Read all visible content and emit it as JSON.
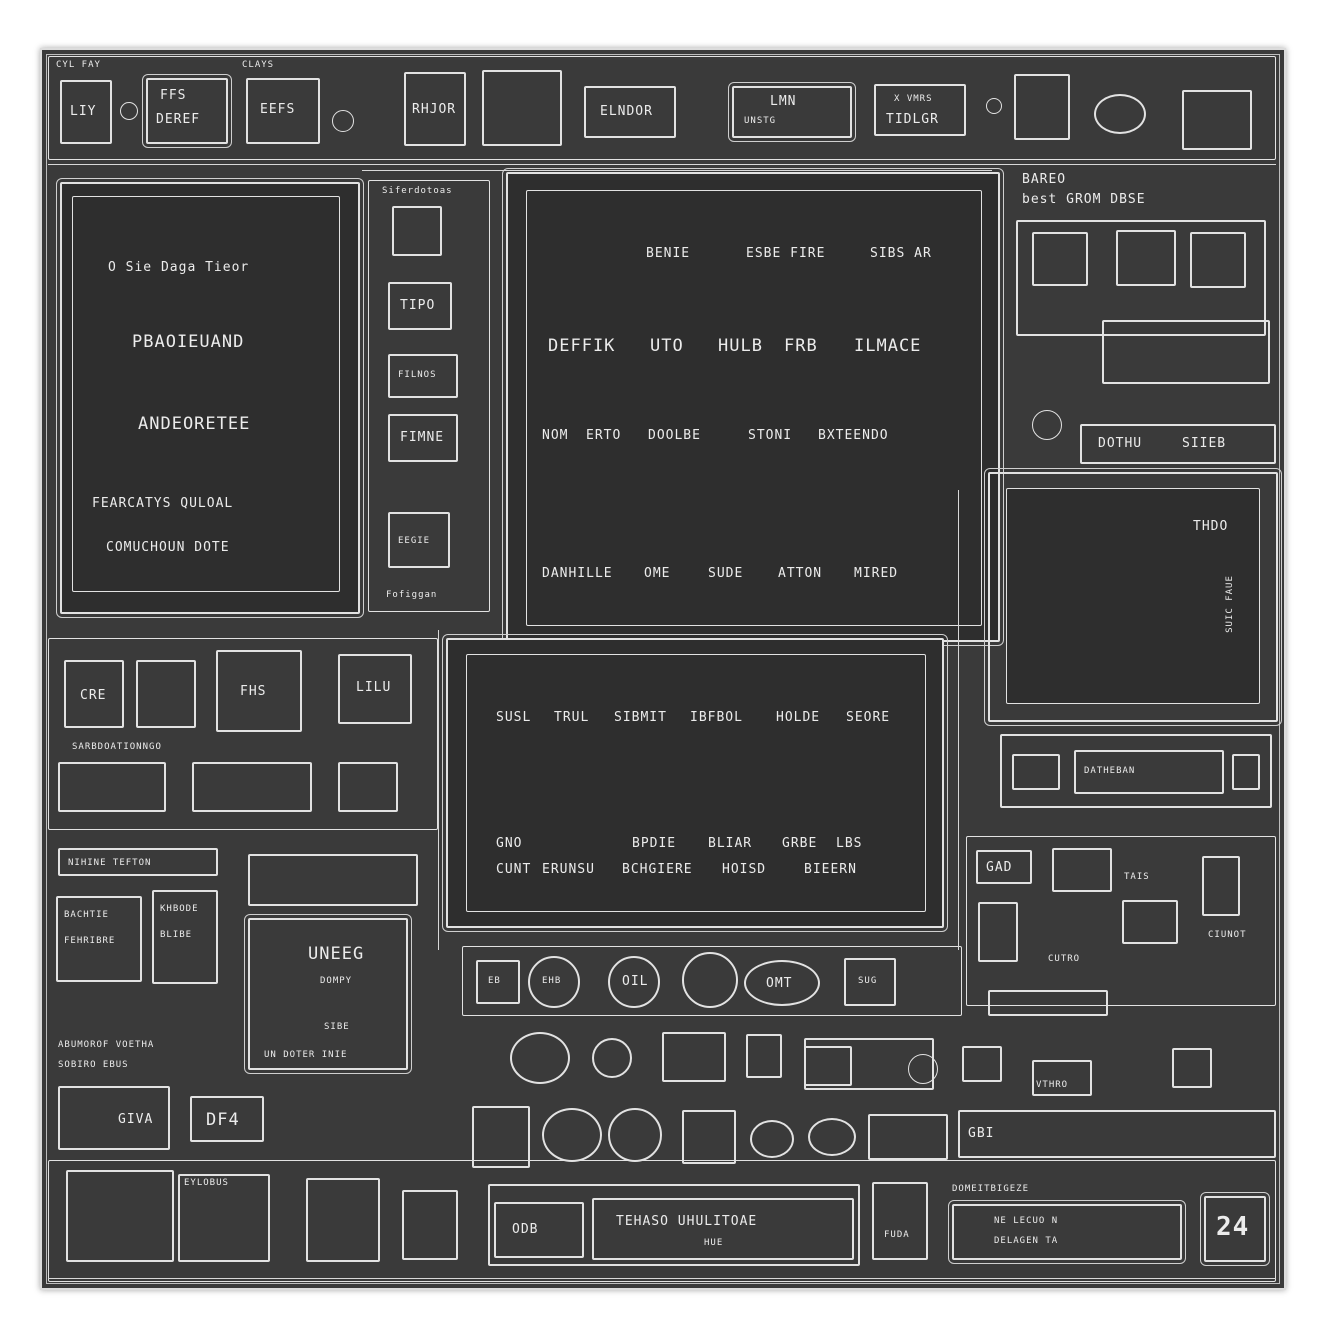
{
  "top_bar": {
    "text_left": "CYL FAY",
    "text_mid": "CLAYS",
    "module_1": "LIY",
    "module_2_top": "FFS",
    "module_2_bottom": "DEREF",
    "module_3": "EEFS",
    "module_4": "RHJOR",
    "module_5": "ELNDOR",
    "module_6": "LMN",
    "module_7": "UNSTG",
    "module_8": "X VMRS",
    "module_9": "TIDLGR"
  },
  "left_panel": {
    "line_1": "O Sie Daga Tieor",
    "line_2": "PBAOIEUAND",
    "line_3": "ANDEORETEE",
    "line_4": "FEARCATYS QULOAL",
    "line_5": "COMUCHOUN DOTE"
  },
  "column_stack": {
    "header": "Siferdotoas",
    "item_1": "TIPO",
    "item_2": "FILNOS",
    "item_3": "FIMNE",
    "item_4": "EEGIE",
    "footer": "Fofiggan"
  },
  "main_panel": {
    "row_1": [
      "BENIE",
      "ESBE FIRE",
      "SIBS AR"
    ],
    "row_2": [
      "DEFFIK",
      "UTO",
      "HULB",
      "FRB",
      "ILMACE"
    ],
    "row_3": [
      "NOM",
      "ERTO",
      "DOOLBE",
      "STONI",
      "BXTEENDO"
    ],
    "row_4": [
      "DANHILLE",
      "OME",
      "SUDE",
      "ATTON",
      "MIRED"
    ],
    "row_5": [
      "SUSL",
      "TRUL",
      "SIBMIT",
      "IBFBOL",
      "HOLDE",
      "SEORE"
    ],
    "row_6": [
      "GNO",
      "BPDIE",
      "BLIAR",
      "GRBE",
      "LBS"
    ],
    "row_7": [
      "CUNT",
      "ERUNSU",
      "BCHGIERE",
      "HOISD",
      "BIEERN"
    ]
  },
  "right_panel": {
    "header_line_1": "BAREO",
    "header_line_2": "best GROM DBSE",
    "footer_1": "DOTHU",
    "footer_2": "SIIEB",
    "screen_label": "THDO",
    "screen_side": "SUIC FAUE"
  },
  "mid_left": {
    "title": "SARBDOATIONNGO",
    "label_1": "CRE",
    "label_2": "FHS",
    "label_3": "LILU"
  },
  "bottom_left": {
    "tag": "NIHINE TEFTON",
    "list_1": "BACHTIE",
    "list_2": "FEHRIBRE",
    "list_3": "KHBODE",
    "list_4": "BLIBE",
    "caption": "ABUMOROF VOETHA",
    "caption_2": "SOBIRO EBUS",
    "box_label": "GIVA",
    "box_label_2": "DF4"
  },
  "center_left": {
    "title": "UNEEG",
    "label_1": "DOMPY",
    "label_2": "SIBE",
    "footer": "UN DOTER INIE"
  },
  "dial_row": {
    "dial_1": "EB",
    "dial_2": "EHB",
    "dial_3": "OIL",
    "dial_4": "OMT",
    "dial_5": "SUG"
  },
  "bottom_bar": {
    "display_1": "ODB",
    "display_2_top": "TEHASO UHULITOAE",
    "display_2_bottom": "HUE",
    "display_3": "FUDA",
    "display_4_top": "NE LECUO N",
    "display_4_bottom": "DELAGEN TA",
    "display_5": "24",
    "footer_left": "EYLOBUS",
    "footer_right": "DOMEITBIGEZE"
  },
  "right_lower": {
    "label_1": "GAD",
    "label_2": "TAIS",
    "label_3": "CUTRO",
    "label_4": "CIUNOT",
    "label_5": "VTHRO",
    "label_6": "GBI",
    "row_label": "DATHEBAN"
  }
}
